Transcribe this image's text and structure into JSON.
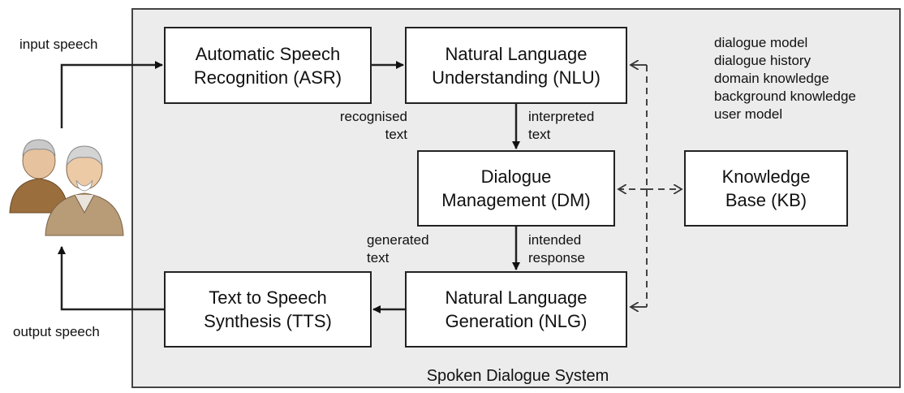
{
  "system": {
    "title": "Spoken Dialogue System"
  },
  "modules": {
    "asr": {
      "line1": "Automatic Speech",
      "line2": "Recognition (ASR)"
    },
    "nlu": {
      "line1": "Natural Language",
      "line2": "Understanding (NLU)"
    },
    "dm": {
      "line1": "Dialogue",
      "line2": "Management (DM)"
    },
    "nlg": {
      "line1": "Natural Language",
      "line2": "Generation (NLG)"
    },
    "tts": {
      "line1": "Text to Speech",
      "line2": "Synthesis (TTS)"
    },
    "kb": {
      "line1": "Knowledge",
      "line2": "Base (KB)"
    }
  },
  "labels": {
    "input_speech": "input speech",
    "output_speech": "output speech",
    "recognised": {
      "line1": "recognised",
      "line2": "text"
    },
    "interpreted": {
      "line1": "interpreted",
      "line2": "text"
    },
    "intended": {
      "line1": "intended",
      "line2": "response"
    },
    "generated": {
      "line1": "generated",
      "line2": "text"
    }
  },
  "knowledge_items": [
    "dialogue model",
    "dialogue history",
    "domain knowledge",
    "background knowledge",
    "user model"
  ],
  "icons": {
    "users": "users-icon"
  }
}
